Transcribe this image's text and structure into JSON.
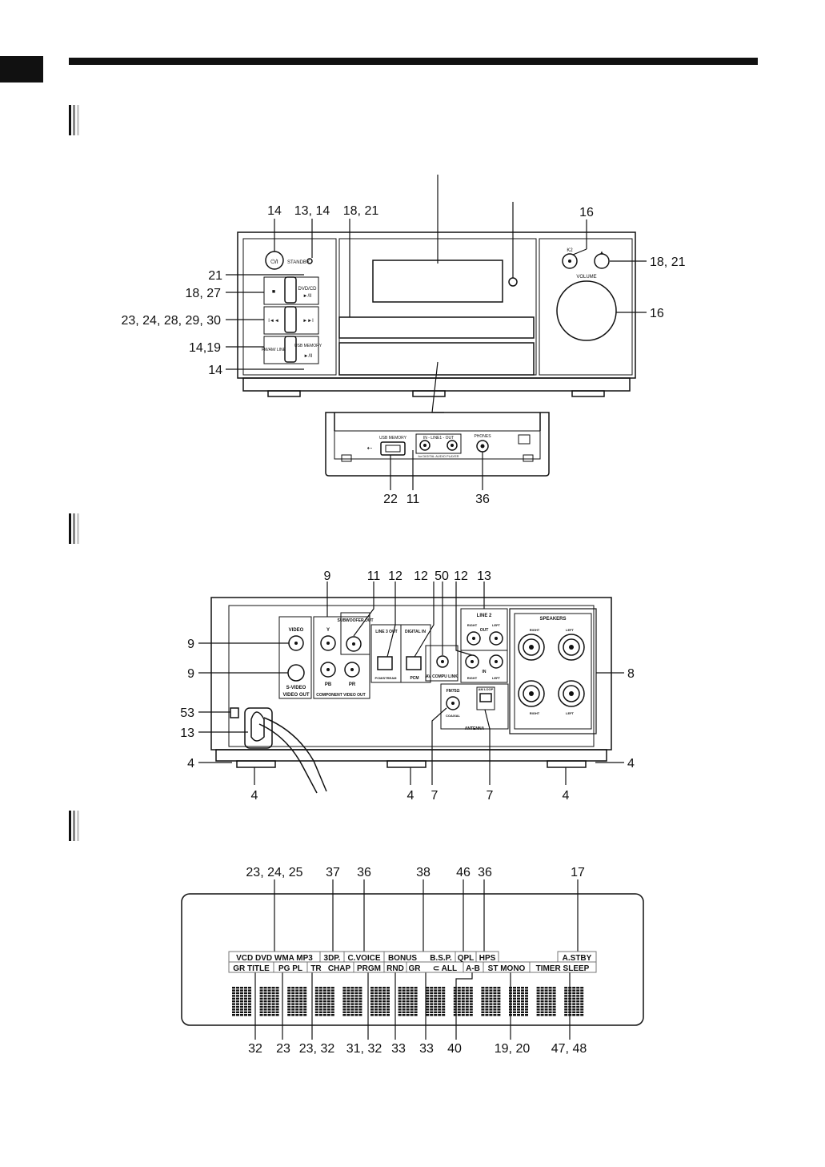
{
  "front": {
    "callouts_top": [
      "14",
      "13, 14",
      "18, 21",
      "16"
    ],
    "callouts_left": [
      "21",
      "18, 27",
      "23, 24, 28, 29, 30",
      "14,19",
      "14"
    ],
    "callouts_right": [
      "18, 21",
      "16"
    ],
    "panel_labels": {
      "standby": "STANDBY",
      "power": "⏻/I",
      "k2": "K2",
      "eject": "▲",
      "volume": "VOLUME",
      "stop": "■",
      "dvdcd": "DVD/CD",
      "play_pause": "►/II",
      "prev": "I◄◄",
      "next": "►►I",
      "fm_am_line": "FM/AM/ LINE",
      "usb_memory": "USB MEMORY"
    },
    "sub_labels": {
      "usb_memory": "USB MEMORY",
      "line1": "IN - LINE1 - OUT",
      "digital_player": "for DIGITAL AUDIO PLAYER",
      "phones": "PHONES"
    },
    "callouts_bottom": [
      "22",
      "11",
      "36"
    ]
  },
  "rear": {
    "callouts_top": [
      "9",
      "11",
      "12",
      "12",
      "50",
      "12",
      "13"
    ],
    "callouts_left": [
      "9",
      "9",
      "53",
      "13",
      "4"
    ],
    "callouts_right": [
      "8",
      "4"
    ],
    "callouts_bottom": [
      "4",
      "4",
      "7",
      "7",
      "4"
    ],
    "labels": {
      "video": "VIDEO",
      "s_video": "S-VIDEO",
      "video_out": "VIDEO OUT",
      "y": "Y",
      "pb": "PB",
      "pr": "PR",
      "component": "COMPONENT VIDEO OUT",
      "subwoofer": "SUBWOOFER OUT",
      "line3_out": "LINE 3 OUT",
      "digital_in": "DIGITAL IN",
      "pcm_stream": "PCM/STREAM",
      "pcm": "PCM",
      "av_compu": "AV COMPU LINK",
      "line2": "LINE 2",
      "right": "RIGHT",
      "left": "LEFT",
      "out": "OUT",
      "in": "IN",
      "fm75": "FM75Ω",
      "coaxial": "COAXIAL",
      "am_loop": "AM LOOP",
      "antenna": "ANTENNA",
      "speakers": "SPEAKERS"
    }
  },
  "display": {
    "callouts_top": [
      "23, 24, 25",
      "37",
      "36",
      "38",
      "46",
      "36",
      "17"
    ],
    "callouts_bottom": [
      "32",
      "23",
      "23, 32",
      "31, 32",
      "33",
      "33",
      "40",
      "19, 20",
      "47, 48"
    ],
    "row1": [
      "VCD DVD WMA MP3",
      "3DP.",
      "C.VOICE",
      "BONUS",
      "B.S.P.",
      "QPL",
      "HPS",
      "A.STBY"
    ],
    "row2": [
      "GR TITLE",
      "PG PL",
      "TR",
      "CHAP",
      "PRGM",
      "RND",
      "GR",
      "⊂ ALL",
      "A-B",
      "ST MONO",
      "TIMER SLEEP"
    ]
  }
}
